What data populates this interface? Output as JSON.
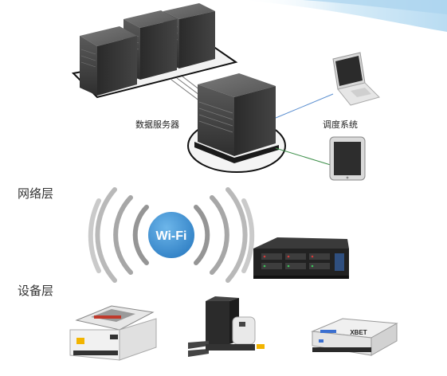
{
  "labels": {
    "data_server": "数据服务器",
    "dispatch_system": "调度系统",
    "network_layer": "网络层",
    "device_layer": "设备层",
    "wifi": "Wi-Fi",
    "agv_brand": "XBET"
  },
  "colors": {
    "wifi_blue": "#3a8fd4",
    "server_dark": "#3a3a3a",
    "link_blue": "#5b8fd0",
    "link_green": "#3d8f4a",
    "top_wave_blue": "#cfe8f6"
  }
}
